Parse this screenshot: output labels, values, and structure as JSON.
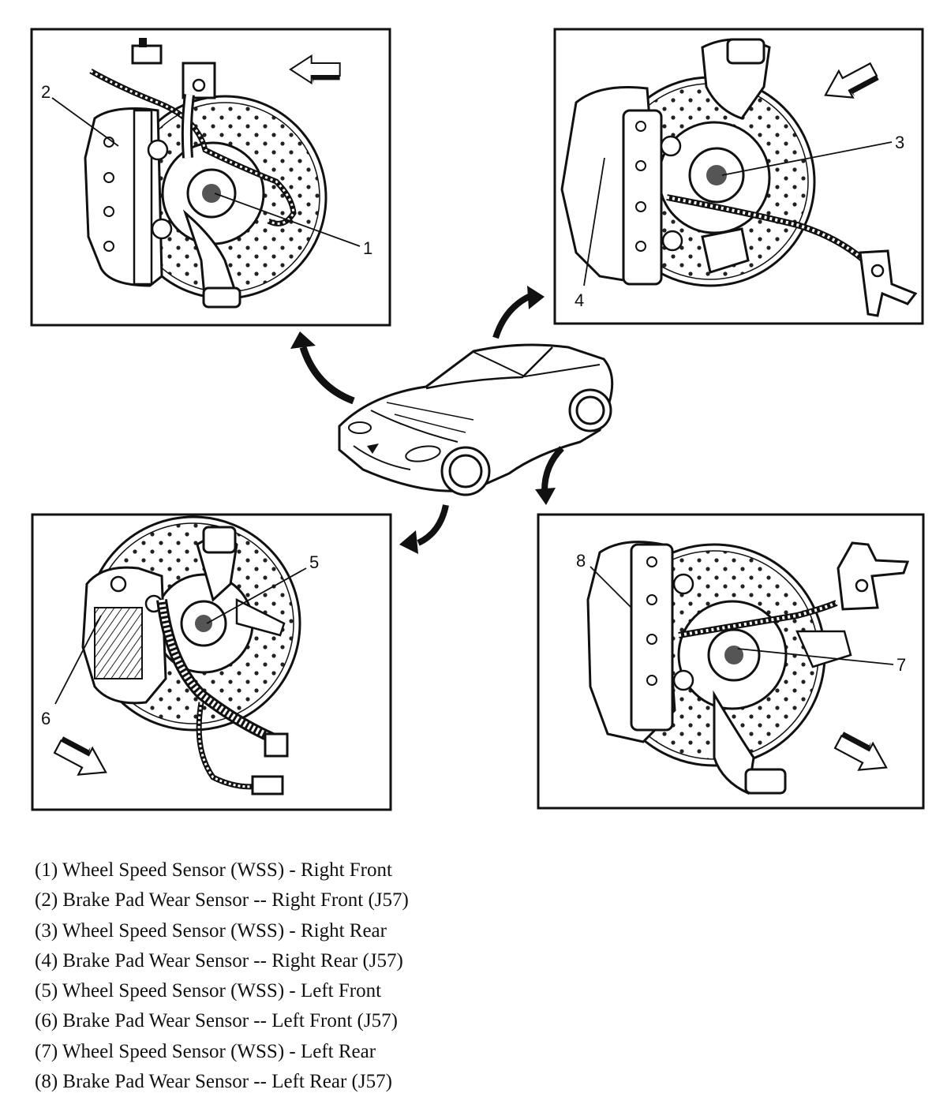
{
  "callouts": [
    {
      "id": 1,
      "label": "1"
    },
    {
      "id": 2,
      "label": "2"
    },
    {
      "id": 3,
      "label": "3"
    },
    {
      "id": 4,
      "label": "4"
    },
    {
      "id": 5,
      "label": "5"
    },
    {
      "id": 6,
      "label": "6"
    },
    {
      "id": 7,
      "label": "7"
    },
    {
      "id": 8,
      "label": "8"
    }
  ],
  "legend": [
    "(1) Wheel Speed Sensor (WSS) - Right Front",
    "(2) Brake Pad Wear Sensor -- Right Front (J57)",
    "(3) Wheel Speed Sensor (WSS) - Right Rear",
    "(4) Brake Pad Wear Sensor -- Right Rear (J57)",
    "(5) Wheel Speed Sensor (WSS) - Left Front",
    "(6) Brake Pad Wear Sensor -- Left Front (J57)",
    "(7) Wheel Speed Sensor (WSS) - Left Rear",
    "(8) Brake Pad Wear Sensor -- Left Rear (J57)"
  ],
  "panels": [
    {
      "name": "right-front-brake-assembly"
    },
    {
      "name": "right-rear-brake-assembly"
    },
    {
      "name": "left-front-brake-assembly"
    },
    {
      "name": "left-rear-brake-assembly"
    }
  ],
  "colors": {
    "line": "#111111",
    "background": "#ffffff"
  }
}
